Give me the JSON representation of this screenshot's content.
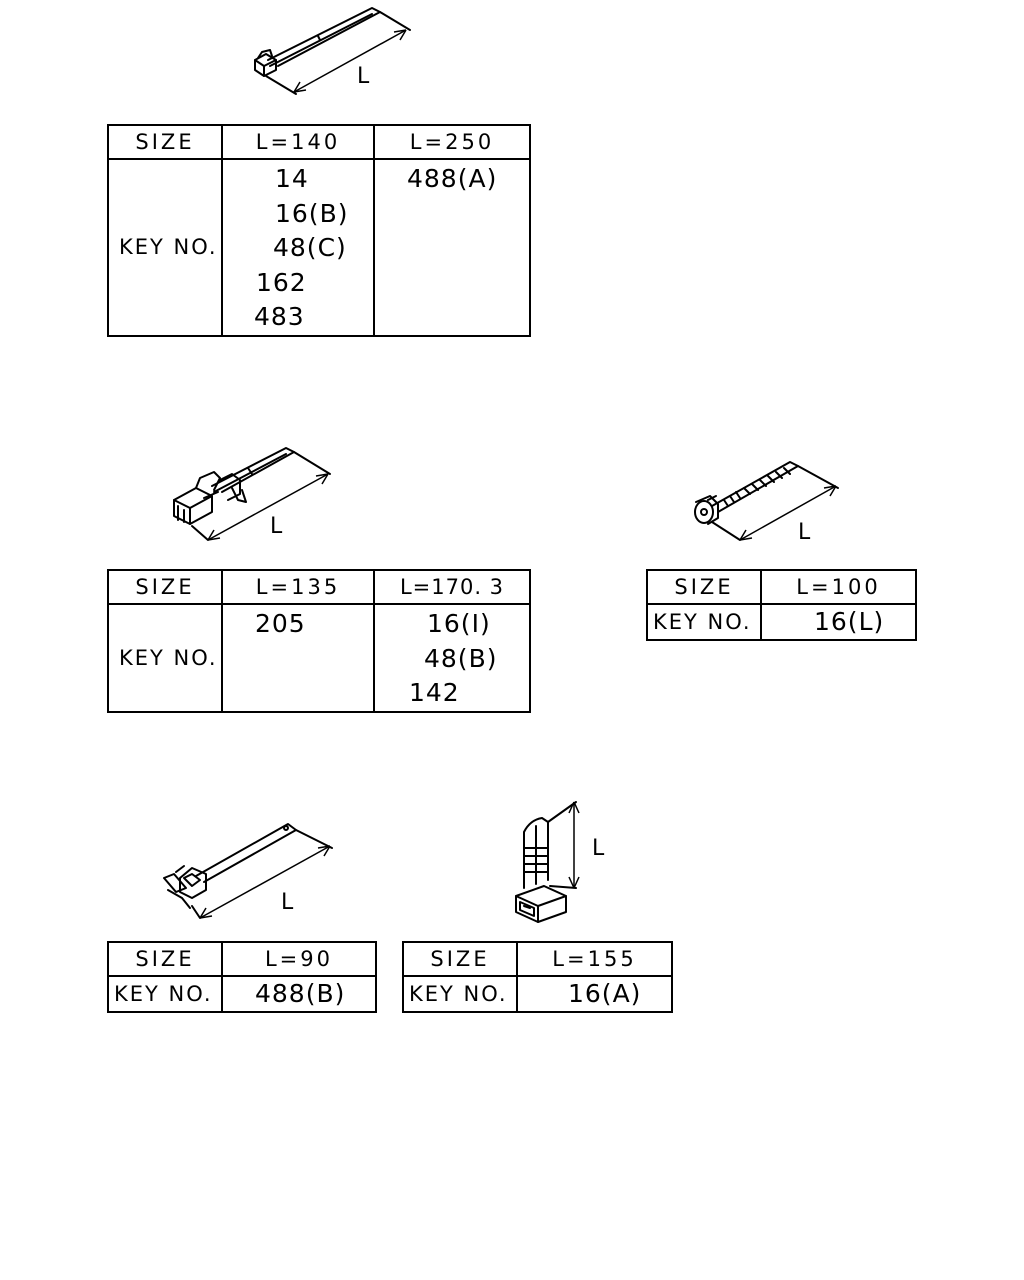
{
  "labels": {
    "size": "SIZE",
    "key_no": "KEY NO.",
    "dimension": "L"
  },
  "parts": [
    {
      "id": "part-1",
      "columns": [
        {
          "size": "L=140",
          "keys": [
            "14",
            "16(B)",
            "48(C)",
            "162",
            "483"
          ]
        },
        {
          "size": "L=250",
          "keys": [
            "488(A)"
          ]
        }
      ]
    },
    {
      "id": "part-2",
      "columns": [
        {
          "size": "L=135",
          "keys": [
            "205"
          ]
        },
        {
          "size": "L=170. 3",
          "keys": [
            "16(I)",
            "48(B)",
            "142"
          ]
        }
      ]
    },
    {
      "id": "part-3",
      "columns": [
        {
          "size": "L=100",
          "keys": [
            "16(L)"
          ]
        }
      ]
    },
    {
      "id": "part-4",
      "columns": [
        {
          "size": "L=90",
          "keys": [
            "488(B)"
          ]
        }
      ]
    },
    {
      "id": "part-5",
      "columns": [
        {
          "size": "L=155",
          "keys": [
            "16(A)"
          ]
        }
      ]
    }
  ]
}
